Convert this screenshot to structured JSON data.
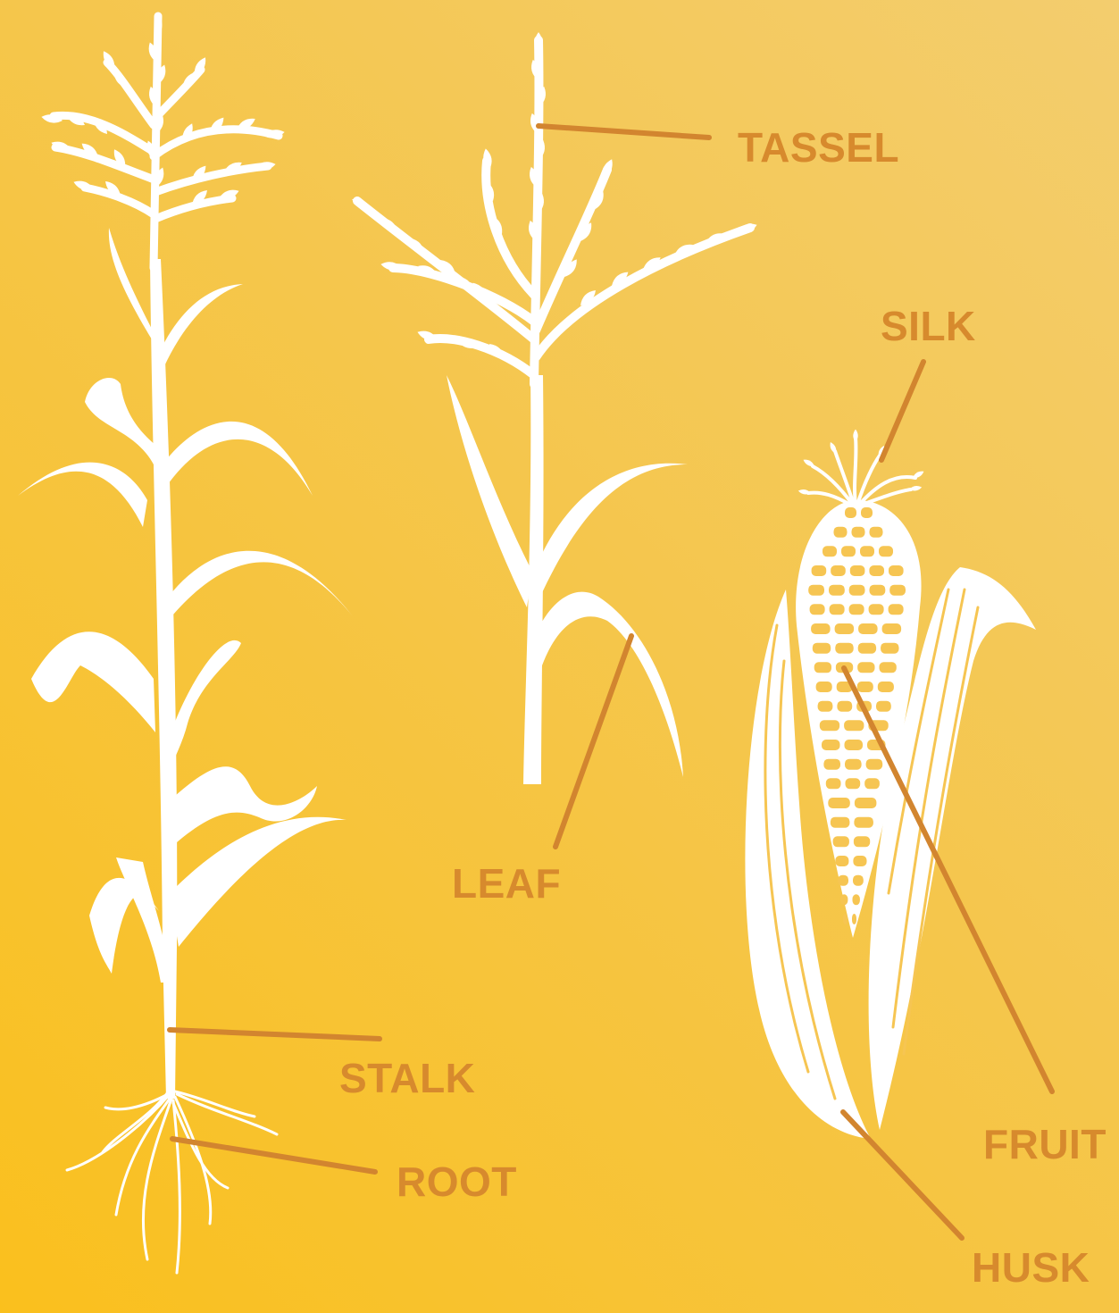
{
  "labels": {
    "tassel": "TASSEL",
    "silk": "SILK",
    "leaf": "LEAF",
    "stalk": "STALK",
    "root": "ROOT",
    "fruit": "FRUIT",
    "husk": "HUSK"
  },
  "colors": {
    "background_light": "#F3CD6E",
    "background_dark": "#FAC01D",
    "label": "#D78A2D",
    "plant": "#FFFFFF"
  }
}
